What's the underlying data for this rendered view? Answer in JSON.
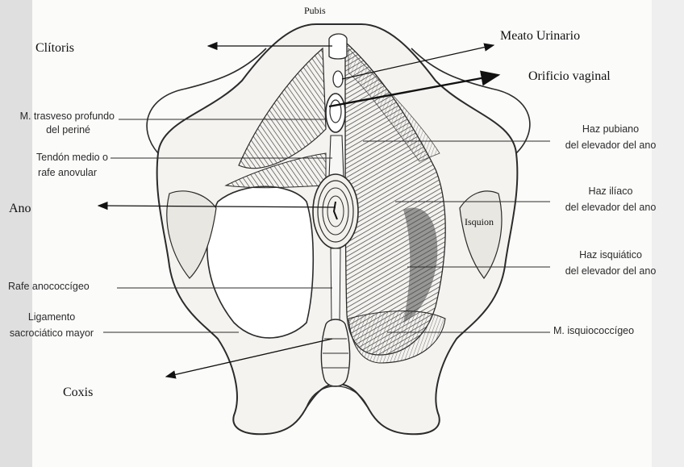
{
  "diagram": {
    "labels": {
      "pubis": "Pubis",
      "clitoris": "Clítoris",
      "meato": "Meato Urinario",
      "orificio": "Orificio vaginal",
      "m_transverso_1": "M. trasveso profundo",
      "m_transverso_2": "del periné",
      "tendon_1": "Tendón medio o",
      "tendon_2": "rafe anovular",
      "ano": "Ano",
      "rafe_anococcigeo": "Rafe anococcígeo",
      "ligamento_1": "Ligamento",
      "ligamento_2": "sacrociático mayor",
      "coxis": "Coxis",
      "haz_pubiano_1": "Haz pubiano",
      "haz_pubiano_2": "del elevador del ano",
      "haz_iliaco_1": "Haz ilíaco",
      "haz_iliaco_2": "del elevador del ano",
      "isquion": "Isquion",
      "haz_isquiatico_1": "Haz isquiático",
      "haz_isquiatico_2": "del elevador del ano",
      "m_isquiococcigeo": "M. isquiococcígeo"
    },
    "colors": {
      "line": "#2b2b2b",
      "bone_fill": "#f4f3f0",
      "muscle_fill": "#8d8d8d",
      "background": "#fbfbfa",
      "scan_edge": "#b9b9b9"
    }
  }
}
